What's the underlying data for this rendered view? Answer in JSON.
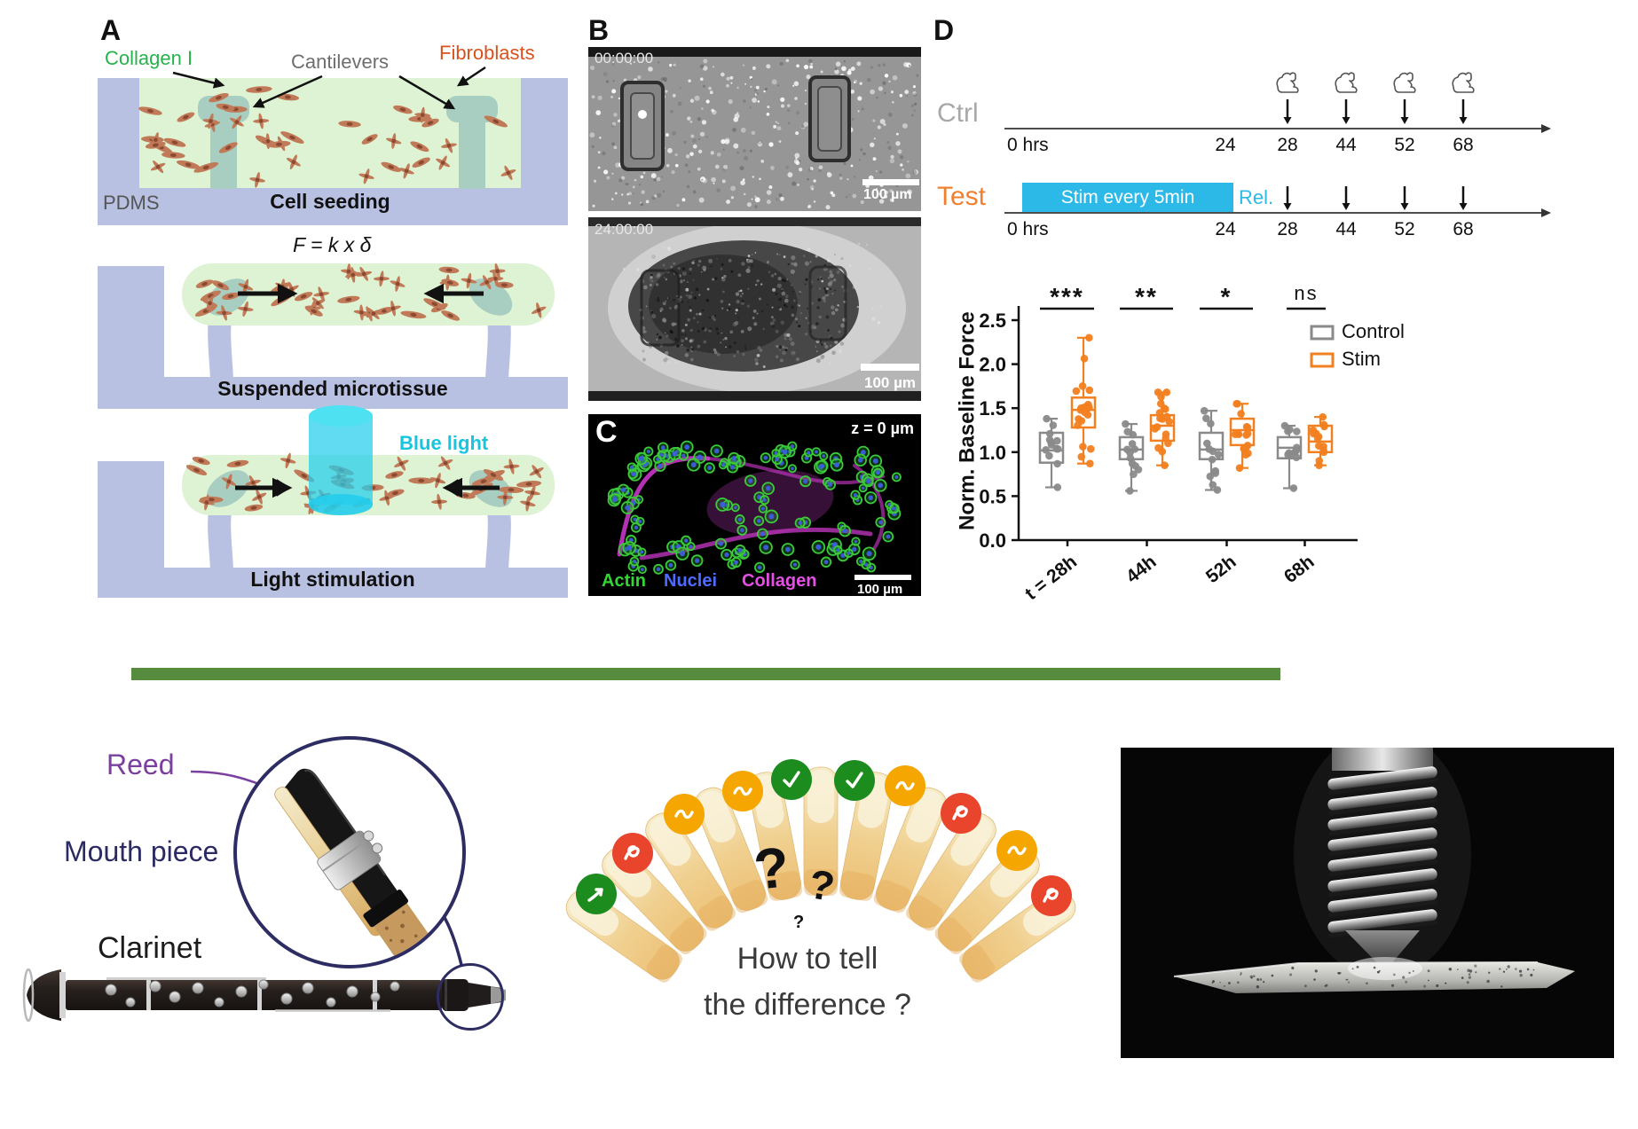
{
  "colors": {
    "pdms": "#b9c1e3",
    "gel": "#def3d3",
    "cantilever": "#a8cec2",
    "cell_body": "#c07a58",
    "cell_nucleus": "#8d4a33",
    "blue_light": "#2ed3ee",
    "stim_cyan": "#2cb9e8",
    "test_orange": "#f08030",
    "ctrl_gray": "#a8a8a8",
    "divider_green": "#578b3d",
    "icon_green": "#1d8c1f",
    "icon_orange": "#f5a600",
    "icon_red": "#e8452c",
    "reed_purple": "#7b3fa0",
    "navy": "#2b2a63"
  },
  "figure": {
    "panel_a": {
      "label": "A",
      "collagen_label": "Collagen I",
      "cantilevers_label": "Cantilevers",
      "fibroblasts_label": "Fibroblasts",
      "pdms_label": "PDMS",
      "step1_caption": "Cell seeding",
      "formula": "F = k x δ",
      "step2_caption": "Suspended microtissue",
      "blue_light_label": "Blue light",
      "step3_caption": "Light stimulation"
    },
    "panel_b": {
      "label": "B",
      "image1_timestamp": "00:00:00",
      "image2_timestamp": "24:00:00",
      "scalebar": "100 µm"
    },
    "panel_c": {
      "label": "C",
      "z_label": "z = 0 µm",
      "actin_label": "Actin",
      "nuclei_label": "Nuclei",
      "collagen_label": "Collagen",
      "scalebar": "100 µm"
    },
    "panel_d": {
      "label": "D",
      "ctrl_label": "Ctrl",
      "test_label": "Test",
      "stim_box_label": "Stim every 5min",
      "rel_label": "Rel.",
      "ctrl_ticks": [
        "0 hrs",
        "24",
        "28",
        "44",
        "52",
        "68"
      ],
      "test_ticks": [
        "0 hrs",
        "24",
        "28",
        "44",
        "52",
        "68"
      ]
    }
  },
  "chart_data": {
    "type": "boxplot",
    "title": "",
    "ylabel": "Norm. Baseline Force",
    "ylim": [
      0,
      2.5
    ],
    "yticks": [
      0,
      0.5,
      1,
      1.5,
      2,
      2.5
    ],
    "categories": [
      "t = 28h",
      "44h",
      "52h",
      "68h"
    ],
    "significance": [
      "***",
      "**",
      "*",
      "ns"
    ],
    "legend": [
      {
        "label": "Control",
        "color": "#8a8a8a"
      },
      {
        "label": "Stim",
        "color": "#f28020"
      }
    ],
    "series": [
      {
        "name": "Control",
        "color": "#8a8a8a",
        "boxes": [
          {
            "low": 0.6,
            "q1": 0.88,
            "median": 1.02,
            "q3": 1.22,
            "high": 1.38,
            "n": 13
          },
          {
            "low": 0.56,
            "q1": 0.92,
            "median": 1.03,
            "q3": 1.17,
            "high": 1.32,
            "n": 13
          },
          {
            "low": 0.57,
            "q1": 0.92,
            "median": 1.03,
            "q3": 1.22,
            "high": 1.47,
            "n": 13
          },
          {
            "low": 0.59,
            "q1": 0.93,
            "median": 1.05,
            "q3": 1.17,
            "high": 1.3,
            "n": 12
          }
        ]
      },
      {
        "name": "Stim",
        "color": "#f28020",
        "boxes": [
          {
            "low": 0.87,
            "q1": 1.28,
            "median": 1.48,
            "q3": 1.62,
            "high": 2.3,
            "n": 20
          },
          {
            "low": 0.85,
            "q1": 1.13,
            "median": 1.3,
            "q3": 1.42,
            "high": 1.68,
            "n": 19
          },
          {
            "low": 0.82,
            "q1": 1.08,
            "median": 1.25,
            "q3": 1.38,
            "high": 1.55,
            "n": 16
          },
          {
            "low": 0.85,
            "q1": 1.0,
            "median": 1.12,
            "q3": 1.3,
            "high": 1.4,
            "n": 14
          }
        ]
      }
    ]
  },
  "bottom": {
    "reed_label": "Reed",
    "mouthpiece_label": "Mouth piece",
    "clarinet_label": "Clarinet",
    "question_marks": [
      "?",
      "?",
      "?"
    ],
    "question_line1": "How to tell",
    "question_line2": "the difference ?",
    "reed_icons": [
      {
        "color": "green",
        "glyph": "arrow"
      },
      {
        "color": "red",
        "glyph": "loop"
      },
      {
        "color": "orange",
        "glyph": "tilde"
      },
      {
        "color": "orange",
        "glyph": "tilde"
      },
      {
        "color": "green",
        "glyph": "check"
      },
      {
        "color": "green",
        "glyph": "check"
      },
      {
        "color": "orange",
        "glyph": "tilde"
      },
      {
        "color": "red",
        "glyph": "loop"
      },
      {
        "color": "orange",
        "glyph": "tilde"
      },
      {
        "color": "red",
        "glyph": "loop"
      }
    ]
  }
}
